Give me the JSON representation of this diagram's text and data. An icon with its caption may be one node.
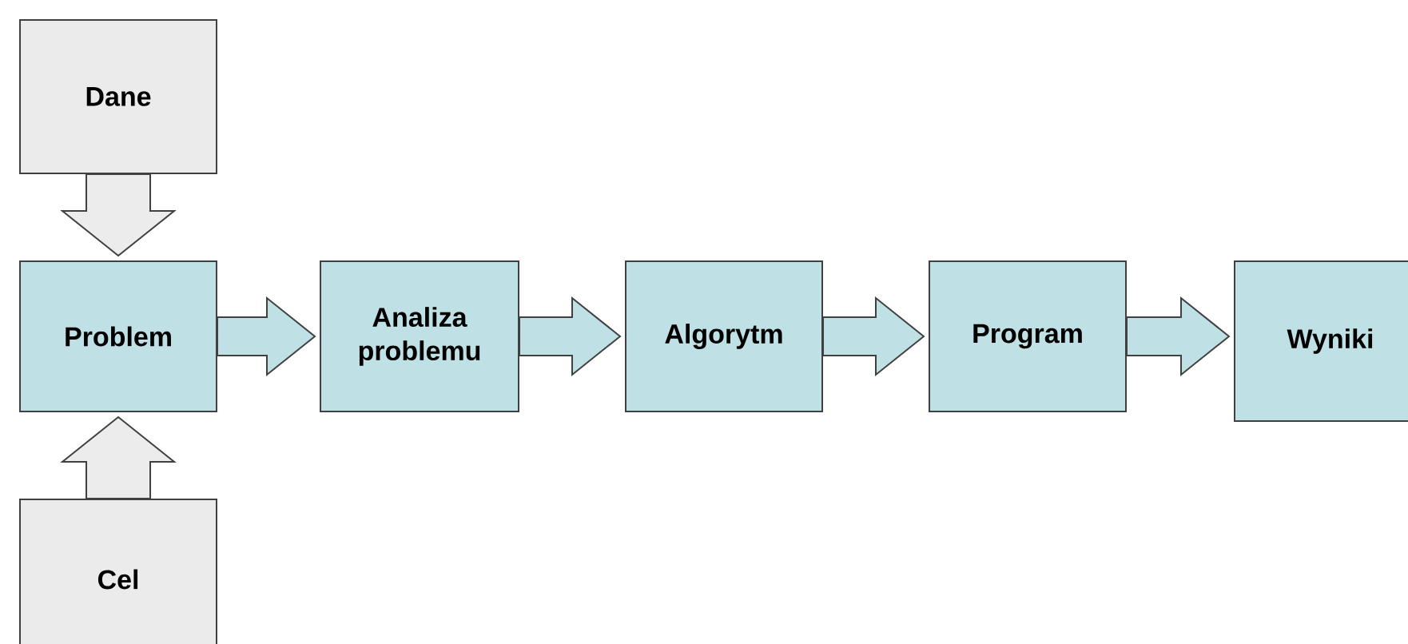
{
  "diagram": {
    "nodes": [
      {
        "text": [
          "Dane"
        ]
      },
      {
        "text": [
          "Problem"
        ]
      },
      {
        "text": [
          "Cel"
        ]
      },
      {
        "text": [
          "Analiza problemu"
        ]
      },
      {
        "text": [
          "Algorytm"
        ]
      },
      {
        "text": [
          "Program"
        ]
      },
      {
        "text": [
          "Wyniki"
        ]
      }
    ],
    "edges": [
      {
        "from": 0,
        "to": 1,
        "arrow": "to",
        "color": "#ececec"
      },
      {
        "from": 2,
        "to": 1,
        "arrow": "to",
        "color": "#ececec"
      },
      {
        "from": 1,
        "to": 3,
        "arrow": "to"
      },
      {
        "from": 3,
        "to": 4,
        "arrow": "to"
      },
      {
        "from": 4,
        "to": 5,
        "arrow": "to"
      },
      {
        "from": 5,
        "to": 6,
        "arrow": "to"
      }
    ]
  }
}
